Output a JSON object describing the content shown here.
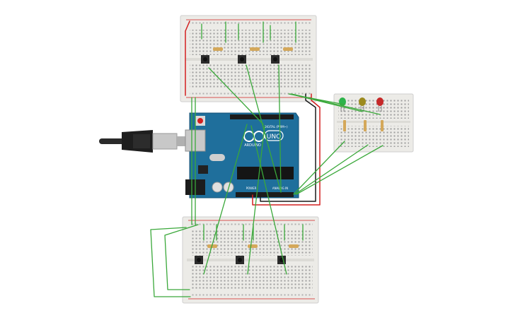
{
  "arduino": {
    "logo_text": "UNO",
    "brand_text": "ARDUINO",
    "digital_label": "DIGITAL (PWM~)",
    "power_label": "POWER",
    "analog_label": "ANALOG IN"
  },
  "leds": [
    {
      "name": "green-led",
      "color": "#2db34a"
    },
    {
      "name": "yellow-led",
      "color": "#9c8a1e"
    },
    {
      "name": "red-led",
      "color": "#c62828"
    }
  ],
  "colors": {
    "wire_green": "#3aa83a",
    "wire_red": "#d32020",
    "wire_black": "#1a1a1a",
    "board_blue": "#1f6f9c",
    "breadboard": "#ecebe7"
  }
}
